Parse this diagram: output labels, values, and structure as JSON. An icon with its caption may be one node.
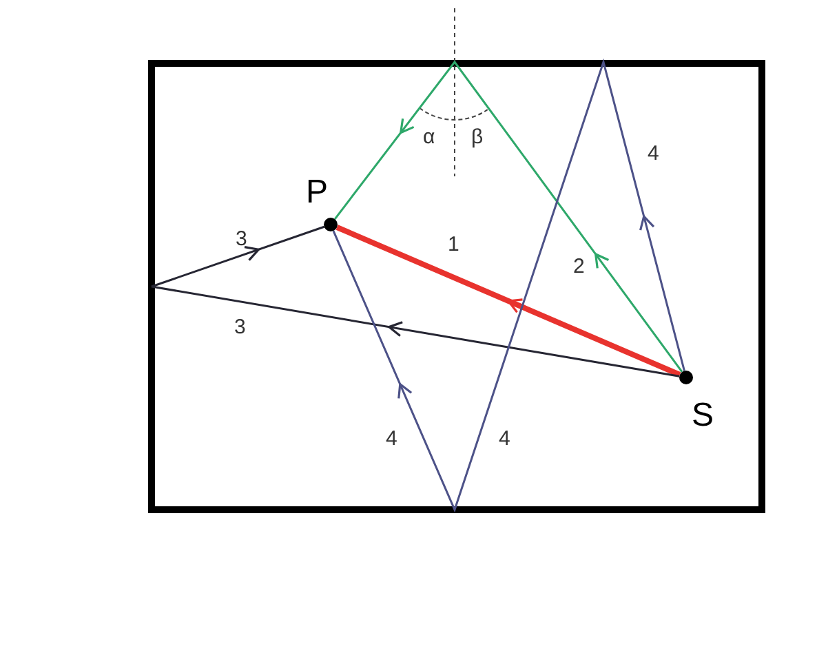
{
  "diagram": {
    "nodes": [
      {
        "text": [],
        "shape": "circle",
        "beside": [
          "P"
        ]
      },
      {
        "text": [],
        "shape": "circle",
        "beside": [
          "S"
        ]
      }
    ],
    "edges": [
      {
        "from": 1,
        "to": 0,
        "arrow": "to",
        "label": "1",
        "color": "#e8332e",
        "style": "thick"
      },
      {
        "from": 1,
        "to": 0,
        "arrow": "to",
        "label": "2",
        "color": "#2ea86a"
      },
      {
        "from": 1,
        "to": 0,
        "arrow": "to",
        "label": "3",
        "color": "#262633"
      },
      {
        "from": 1,
        "to": 0,
        "arrow": "to",
        "label": "4",
        "color": "#4d5288"
      }
    ],
    "labels": [
      "α",
      "β",
      "3",
      "4",
      "4"
    ]
  }
}
